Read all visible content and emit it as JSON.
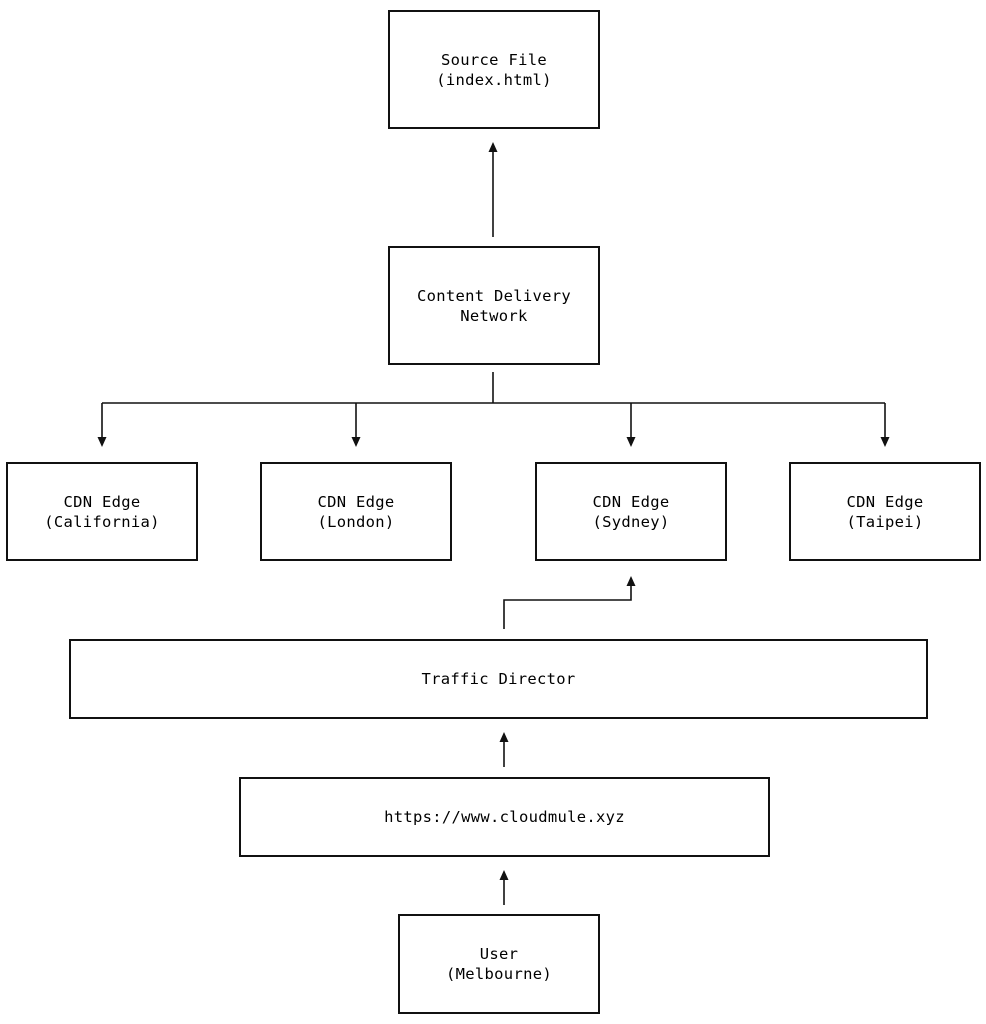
{
  "nodes": {
    "source_file": {
      "label": "Source File\n(index.html)"
    },
    "cdn": {
      "label": "Content Delivery\nNetwork"
    },
    "edge_california": {
      "label": "CDN Edge\n(California)"
    },
    "edge_london": {
      "label": "CDN Edge\n(London)"
    },
    "edge_sydney": {
      "label": "CDN Edge\n(Sydney)"
    },
    "edge_taipei": {
      "label": "CDN Edge\n(Taipei)"
    },
    "traffic_director": {
      "label": "Traffic Director"
    },
    "url": {
      "label": "https://www.cloudmule.xyz"
    },
    "user": {
      "label": "User\n(Melbourne)"
    }
  },
  "colors": {
    "stroke": "#111111",
    "background": "#ffffff"
  }
}
